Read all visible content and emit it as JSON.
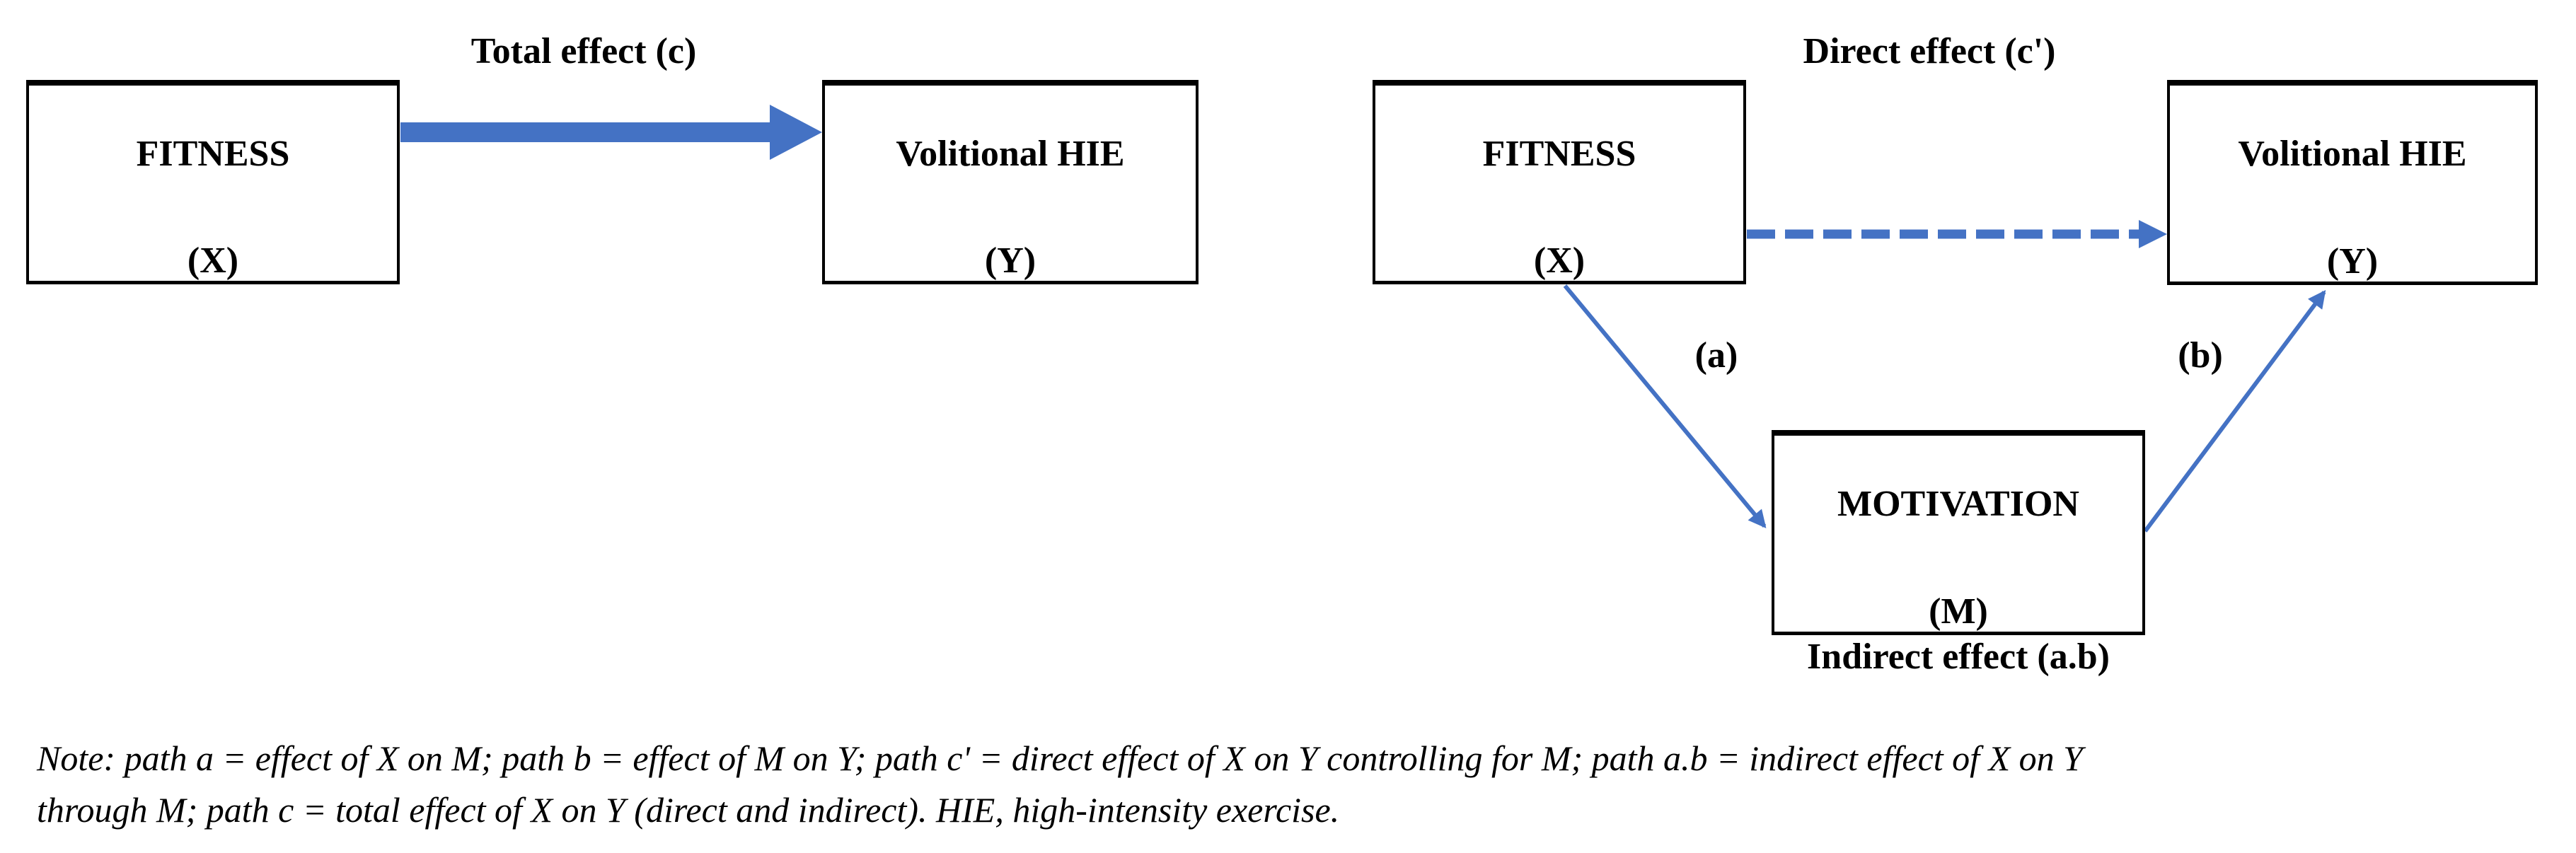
{
  "figure": {
    "left_panel": {
      "arrow_label": "Total effect (c)",
      "predictor": {
        "title": "FITNESS",
        "symbol": "(X)"
      },
      "outcome": {
        "title": "Volitional HIE",
        "symbol": "(Y)"
      }
    },
    "right_panel": {
      "arrow_label": "Direct effect (c')",
      "predictor": {
        "title": "FITNESS",
        "symbol": "(X)"
      },
      "outcome": {
        "title": "Volitional HIE",
        "symbol": "(Y)"
      },
      "mediator": {
        "title": "MOTIVATION",
        "symbol": "(M)"
      },
      "path_a_label": "(a)",
      "path_b_label": "(b)",
      "indirect_label": "Indirect effect (a.b)"
    },
    "note": {
      "line1": "Note: path a = effect of X on M; path b = effect of M on Y; path c' = direct effect of X on Y controlling for M; path a.b = indirect effect of X on Y",
      "line2": "through M; path c = total effect of X on Y (direct and indirect). HIE, high-intensity exercise."
    },
    "colors": {
      "arrow_blue": "#4472C4",
      "box_border": "#000000",
      "text": "#000000"
    }
  }
}
